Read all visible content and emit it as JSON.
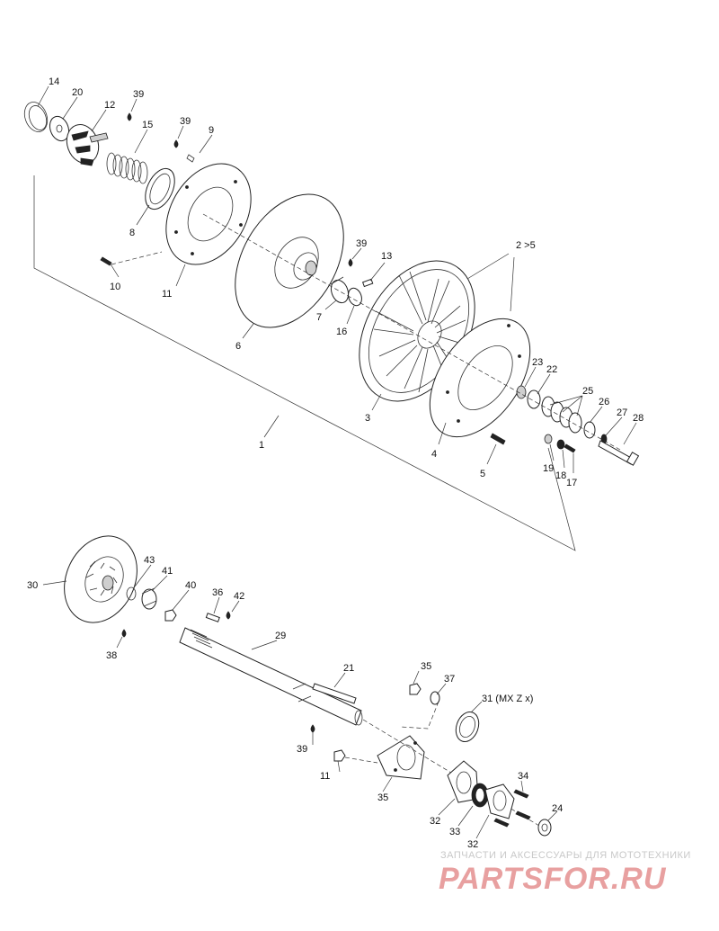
{
  "diagram": {
    "callouts": {
      "c1": "1",
      "c2to5": "2 >5",
      "c3": "3",
      "c4": "4",
      "c5": "5",
      "c6": "6",
      "c7": "7",
      "c8": "8",
      "c9": "9",
      "c10": "10",
      "c11_upper": "11",
      "c12": "12",
      "c13": "13",
      "c14": "14",
      "c15": "15",
      "c16": "16",
      "c17": "17",
      "c18": "18",
      "c19": "19",
      "c20": "20",
      "c21": "21",
      "c22": "22",
      "c23": "23",
      "c24": "24",
      "c25": "25",
      "c26": "26",
      "c27": "27",
      "c28": "28",
      "c29": "29",
      "c30": "30",
      "c31": "31 (MX Z x)",
      "c32_a": "32",
      "c32_b": "32",
      "c33": "33",
      "c34": "34",
      "c35_a": "35",
      "c35_b": "35",
      "c36": "36",
      "c37": "37",
      "c38": "38",
      "c39_a": "39",
      "c39_b": "39",
      "c39_c": "39",
      "c39_d": "39",
      "c40": "40",
      "c41": "41",
      "c42": "42",
      "c43": "43",
      "c11_lower": "11"
    }
  },
  "watermark": {
    "subtitle": "ЗАПЧАСТИ И АКСЕССУАРЫ ДЛЯ МОТОТЕХНИКИ",
    "brand": "PARTSFOR.RU",
    "color": "#e8a0a0"
  }
}
